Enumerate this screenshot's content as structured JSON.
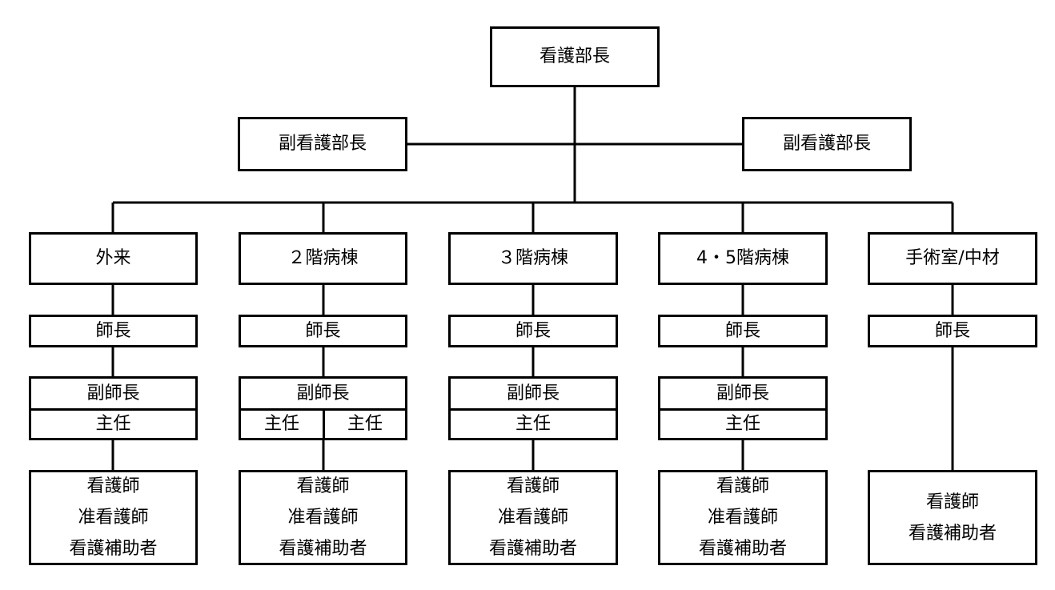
{
  "director": "看護部長",
  "deputies": [
    "副看護部長",
    "副看護部長"
  ],
  "departments": [
    {
      "name": "外来",
      "head": "師長",
      "deputy": "副師長",
      "chiefs": [
        "主任"
      ],
      "staff": [
        "看護師",
        "准看護師",
        "看護補助者"
      ]
    },
    {
      "name": "２階病棟",
      "head": "師長",
      "deputy": "副師長",
      "chiefs": [
        "主任",
        "主任"
      ],
      "staff": [
        "看護師",
        "准看護師",
        "看護補助者"
      ]
    },
    {
      "name": "３階病棟",
      "head": "師長",
      "deputy": "副師長",
      "chiefs": [
        "主任"
      ],
      "staff": [
        "看護師",
        "准看護師",
        "看護補助者"
      ]
    },
    {
      "name": "4・5階病棟",
      "head": "師長",
      "deputy": "副師長",
      "chiefs": [
        "主任"
      ],
      "staff": [
        "看護師",
        "准看護師",
        "看護補助者"
      ]
    },
    {
      "name": "手術室/中材",
      "head": "師長",
      "staff": [
        "看護師",
        "看護補助者"
      ]
    }
  ]
}
